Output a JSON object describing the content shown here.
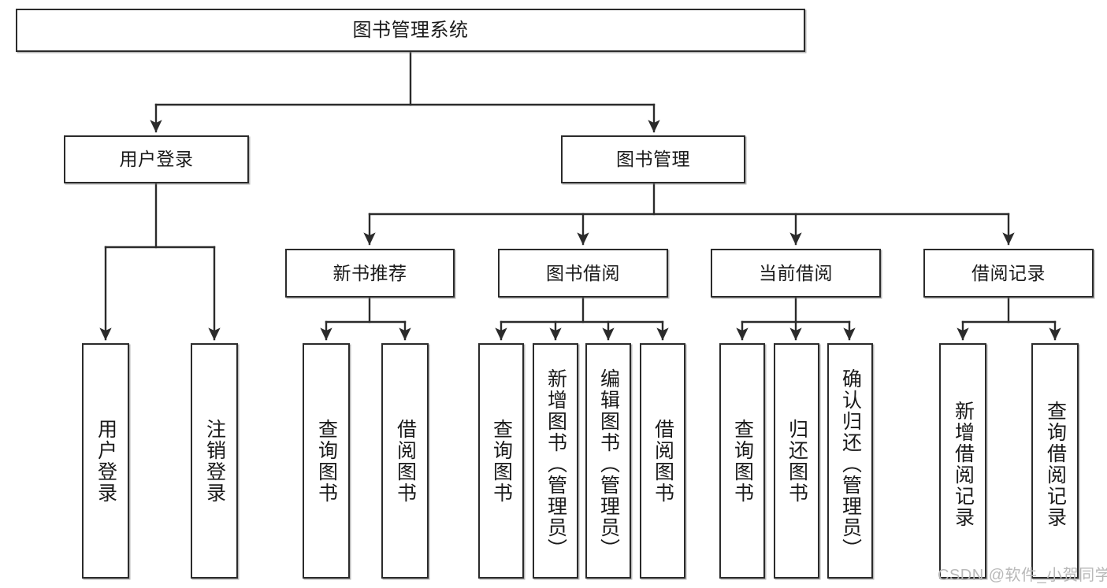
{
  "diagram": {
    "title": "图书管理系统",
    "type": "tree-hierarchy-diagram",
    "colors": {
      "stroke": "#2b2b2b",
      "fill": "#ffffff",
      "text": "#1a1a1a",
      "watermark": "#b9b9b9"
    },
    "root": {
      "id": "root",
      "label": "图书管理系统"
    },
    "level2": [
      {
        "id": "user-login",
        "label": "用户登录"
      },
      {
        "id": "book-management",
        "label": "图书管理"
      }
    ],
    "level3": [
      {
        "id": "new-book-recommend",
        "label": "新书推荐",
        "parent": "book-management"
      },
      {
        "id": "book-borrow",
        "label": "图书借阅",
        "parent": "book-management"
      },
      {
        "id": "current-borrow",
        "label": "当前借阅",
        "parent": "book-management"
      },
      {
        "id": "borrow-record",
        "label": "借阅记录",
        "parent": "book-management"
      }
    ],
    "leaves": {
      "user-login": [
        {
          "id": "leaf-user-login",
          "label": "用户登录"
        },
        {
          "id": "leaf-logout-login",
          "label": "注销登录"
        }
      ],
      "new-book-recommend": [
        {
          "id": "leaf-query-book-1",
          "label": "查询图书"
        },
        {
          "id": "leaf-borrow-book-1",
          "label": "借阅图书"
        }
      ],
      "book-borrow": [
        {
          "id": "leaf-query-book-2",
          "label": "查询图书"
        },
        {
          "id": "leaf-add-book-admin",
          "label": "新增图书（管理员）"
        },
        {
          "id": "leaf-edit-book-admin",
          "label": "编辑图书（管理员）"
        },
        {
          "id": "leaf-borrow-book-2",
          "label": "借阅图书"
        }
      ],
      "current-borrow": [
        {
          "id": "leaf-query-book-3",
          "label": "查询图书"
        },
        {
          "id": "leaf-return-book",
          "label": "归还图书"
        },
        {
          "id": "leaf-confirm-return-admin",
          "label": "确认归还（管理员）"
        }
      ],
      "borrow-record": [
        {
          "id": "leaf-add-borrow-record",
          "label": "新增借阅记录"
        },
        {
          "id": "leaf-query-borrow-record",
          "label": "查询借阅记录"
        }
      ]
    }
  },
  "watermark": {
    "text": "CSDN @软件_小贺同学"
  }
}
